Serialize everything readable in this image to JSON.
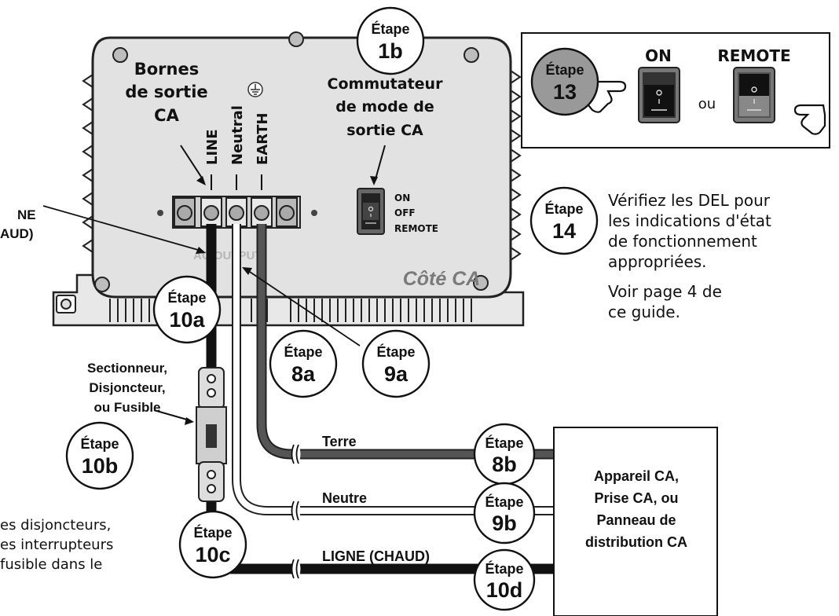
{
  "inverter": {
    "output_terminals_label": [
      "Bornes",
      "de sortie",
      "CA"
    ],
    "terminal_labels": [
      "LINE",
      "Neutral",
      "EARTH"
    ],
    "mode_switch_label": [
      "Commutateur",
      "de mode de",
      "sortie CA"
    ],
    "switch_positions": [
      "ON",
      "OFF",
      "REMOTE"
    ],
    "panel_text": "AC OUTPUT",
    "side_label": "Côté CA"
  },
  "steps": {
    "s1b": {
      "word": "Étape",
      "num": "1b"
    },
    "s13": {
      "word": "Étape",
      "num": "13"
    },
    "s14": {
      "word": "Étape",
      "num": "14"
    },
    "s10a": {
      "word": "Étape",
      "num": "10a"
    },
    "s8a": {
      "word": "Étape",
      "num": "8a"
    },
    "s9a": {
      "word": "Étape",
      "num": "9a"
    },
    "s10b": {
      "word": "Étape",
      "num": "10b"
    },
    "s10c": {
      "word": "Étape",
      "num": "10c"
    },
    "s8b": {
      "word": "Étape",
      "num": "8b"
    },
    "s9b": {
      "word": "Étape",
      "num": "9b"
    },
    "s10d": {
      "word": "Étape",
      "num": "10d"
    }
  },
  "inset": {
    "on_label": "ON",
    "remote_label": "REMOTE",
    "or_text": "ou"
  },
  "step14_text": [
    "Vérifiez les DEL pour",
    "les indications d'état",
    "de fonctionnement",
    "appropriées."
  ],
  "see_page_text": [
    "Voir page 4 de",
    "ce guide."
  ],
  "left_line_label": [
    "NE",
    "AUD)"
  ],
  "disconnect_label": [
    "Sectionneur,",
    "Disjoncteur,",
    "ou Fusible"
  ],
  "wire_labels": {
    "earth": "Terre",
    "neutral": "Neutre",
    "line": "LIGNE (CHAUD)"
  },
  "destination_box": [
    "Appareil CA,",
    "Prise CA, ou",
    "Panneau de",
    "distribution CA"
  ],
  "bottom_note": [
    "es disjoncteurs,",
    "es interrupteurs",
    "fusible dans le"
  ],
  "colors": {
    "housing": "#e2e2e2",
    "line_wire": "#111111",
    "neutral_wire": "#ffffff",
    "earth_wire": "#555555",
    "side_label": "#7a7a7a",
    "step13_fill": "#999999"
  }
}
